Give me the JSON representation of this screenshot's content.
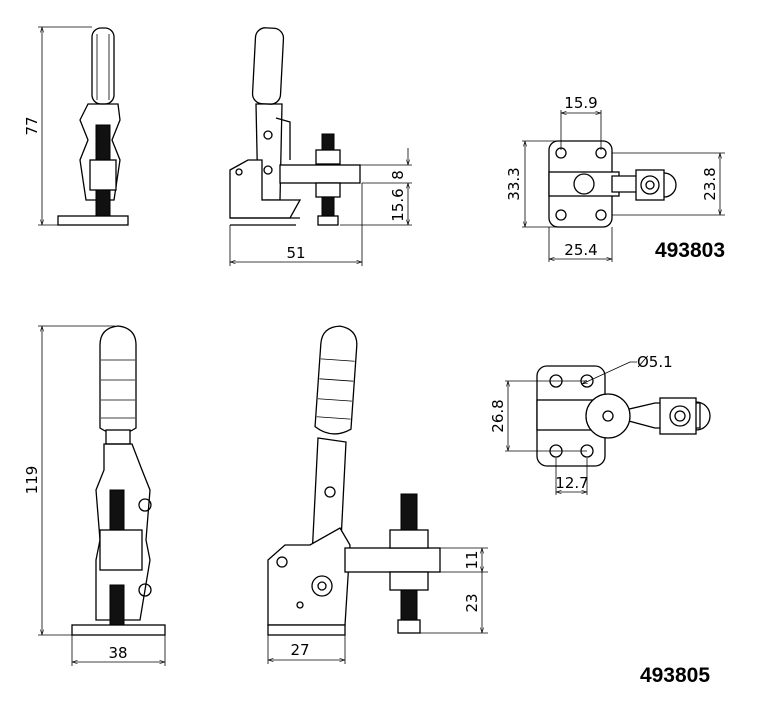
{
  "clamp_small": {
    "model": "493803",
    "dims": {
      "height": "77",
      "length": "51",
      "arm_height": "8",
      "base_height": "15.6",
      "hole_spacing_x": "15.9",
      "plate_height": "33.3",
      "hole_spacing_y": "23.8",
      "plate_width": "25.4"
    }
  },
  "clamp_large": {
    "model": "493805",
    "dims": {
      "height": "119",
      "base_width": "38",
      "arm_height": "11",
      "base_height": "23",
      "base_length": "27",
      "hole_spacing_y": "26.8",
      "hole_spacing_x": "12.7",
      "hole_diameter": "Ø5.1"
    }
  }
}
